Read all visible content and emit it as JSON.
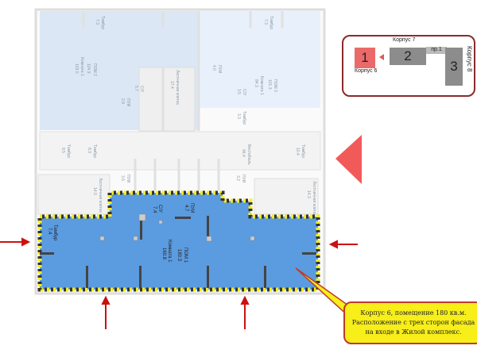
{
  "plan": {
    "rooms_upper": [
      {
        "name": "ПОМ 2",
        "area": "124.9"
      },
      {
        "name": "Комната 1",
        "area": "103.0"
      },
      {
        "name": "Тамбур",
        "area": "7.3"
      },
      {
        "name": "С/У",
        "area": "5.7"
      },
      {
        "name": "ПУИ",
        "area": "2.8"
      },
      {
        "name": "Лестничная клетка",
        "area": "17.4"
      },
      {
        "name": "ПОМ 3",
        "area": "101.3"
      },
      {
        "name": "Комната 1",
        "area": "84.3"
      },
      {
        "name": "ПУИ",
        "area": "4.0"
      },
      {
        "name": "С/У",
        "area": "3.5"
      },
      {
        "name": "Тамбур",
        "area": "7.3"
      },
      {
        "name": "Тамбур",
        "area": "3.3"
      },
      {
        "name": "Вестибюль",
        "area": "46.4"
      },
      {
        "name": "Тамбур",
        "area": "10.4"
      },
      {
        "name": "Тамбур",
        "area": "8.5"
      },
      {
        "name": "Тамбур",
        "area": "8.3"
      },
      {
        "name": "ПУИ",
        "area": "3.6"
      },
      {
        "name": "ПУИ",
        "area": "3.2"
      },
      {
        "name": "Лестничная клетка",
        "area": "14.0"
      },
      {
        "name": "Лестничная клетка",
        "area": "14.3"
      }
    ],
    "premise": {
      "name": "ПОМ 1",
      "total": "180.3",
      "room": "Комната 1",
      "room_area": "160.8",
      "su": "С/У",
      "su_area": "7.4",
      "pui": "ПУИ",
      "pui_area": "4.7",
      "tambur": "Тамбур",
      "tambur_area": "7.4"
    }
  },
  "inset": {
    "b1": "1",
    "b2": "2",
    "b3": "3",
    "pr": "пр.1",
    "k6": "Корпус 6",
    "k7": "Корпус 7",
    "k8": "Корпус 8"
  },
  "callout": {
    "line1": "Корпус 6, помещение 180 кв.м.",
    "line2": "Расположение с трех сторон фасада",
    "line3": "на входе в Жилой комплекс."
  },
  "colors": {
    "premise": "#5b9be0",
    "arrow": "#cc1111",
    "border": "#f7ee1a"
  }
}
